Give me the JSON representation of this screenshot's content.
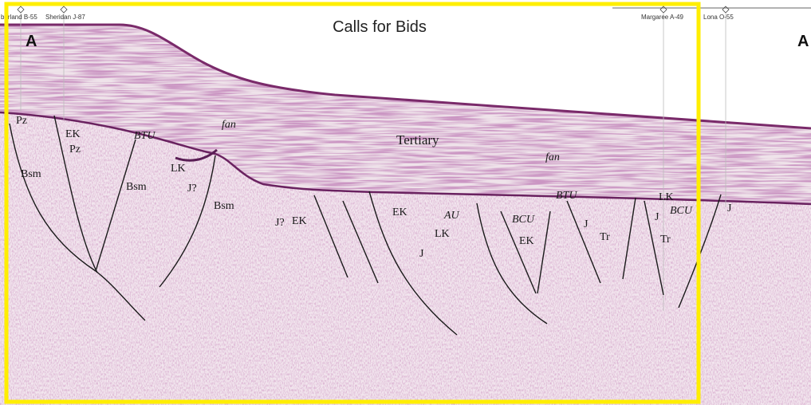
{
  "title": "Calls for Bids",
  "corner_labels": {
    "left": "A",
    "right": "A"
  },
  "wells": [
    "berland B-55",
    "Sheridan J-87",
    "Margaree A-49",
    "Lona O-55"
  ],
  "units": {
    "pz_left": "Pz",
    "ek_top": "EK",
    "pz_mid": "Pz",
    "btu_left": "BTU",
    "bsm_left": "Bsm",
    "bsm_mid": "Bsm",
    "lk_left": "LK",
    "j_q_left": "J?",
    "bsm_center": "Bsm",
    "fan_left": "fan",
    "tertiary": "Tertiary",
    "fan_right": "fan",
    "j_q_center": "J?",
    "ek_center": "EK",
    "ek_mid": "EK",
    "au": "AU",
    "lk_mid": "LK",
    "j_mid": "J",
    "bcu_mid": "BCU",
    "ek_right": "EK",
    "btu_right": "BTU",
    "j_right": "J",
    "tr_right": "Tr",
    "lk_right": "LK",
    "j_far": "J",
    "bcu_right": "BCU",
    "tr_far": "Tr",
    "j_edge": "J"
  },
  "colors": {
    "seismic": "#8a3a78",
    "frame": "#ffee00",
    "fault": "#1a1a1a"
  }
}
